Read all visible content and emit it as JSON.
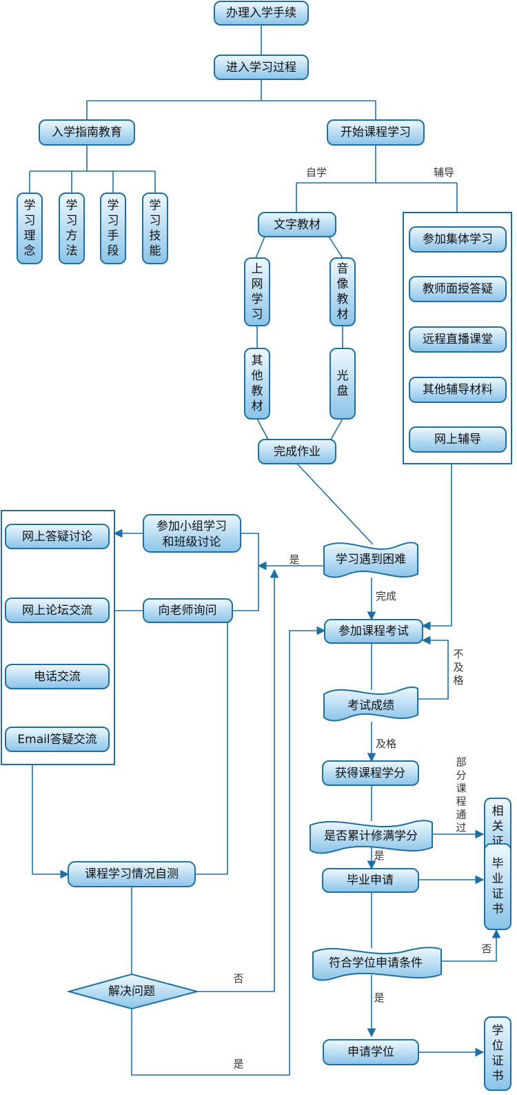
{
  "colors": {
    "node_fill_top": "#e9f6fd",
    "node_fill_bottom": "#8dc6ea",
    "stroke": "#1d6fa3"
  },
  "nodes": {
    "enroll": "办理入学手续",
    "enter_study": "进入学习过程",
    "guide": "入学指南教育",
    "start_course": "开始课程学习",
    "concept": "学习理念",
    "method": "学习方法",
    "means": "学习手段",
    "skill": "学习技能",
    "text_material": "文字教材",
    "online_study": "上网学习",
    "av_material": "音像教材",
    "other_material": "其他教材",
    "disc": "光盘",
    "homework": "完成作业",
    "group_study": "参加集体学习",
    "teacher_qa": "教师面授答疑",
    "remote_class": "远程直播课堂",
    "other_tutor": "其他辅导材料",
    "online_tutor": "网上辅导",
    "group_discussion": [
      "参加小组学习",
      "和班级讨论"
    ],
    "difficulty": "学习遇到困难",
    "ask_teacher": "向老师询问",
    "online_qa": "网上答疑讨论",
    "forum": "网上论坛交流",
    "phone": "电话交流",
    "email": "Email答疑交流",
    "exam": "参加课程考试",
    "score": "考试成绩",
    "credit": "获得课程学分",
    "credits_full": "是否累计修满学分",
    "graduation": "毕业申请",
    "degree_cond": "符合学位申请条件",
    "apply_degree": "申请学位",
    "self_test": "课程学习情况自测",
    "solve": "解决问题",
    "cert_related": "相关证书",
    "cert_grad": "毕业证书",
    "cert_degree": "学位证书"
  },
  "edge_labels": {
    "self_study": "自学",
    "tutoring": "辅导",
    "yes_difficulty": "是",
    "complete": "完成",
    "fail": "不及格",
    "pass": "及格",
    "partial": "部分课程通过",
    "yes_graduate": "是",
    "no_degree": "否",
    "yes_degree": "是",
    "no_solve": "否",
    "yes_solve": "是"
  }
}
